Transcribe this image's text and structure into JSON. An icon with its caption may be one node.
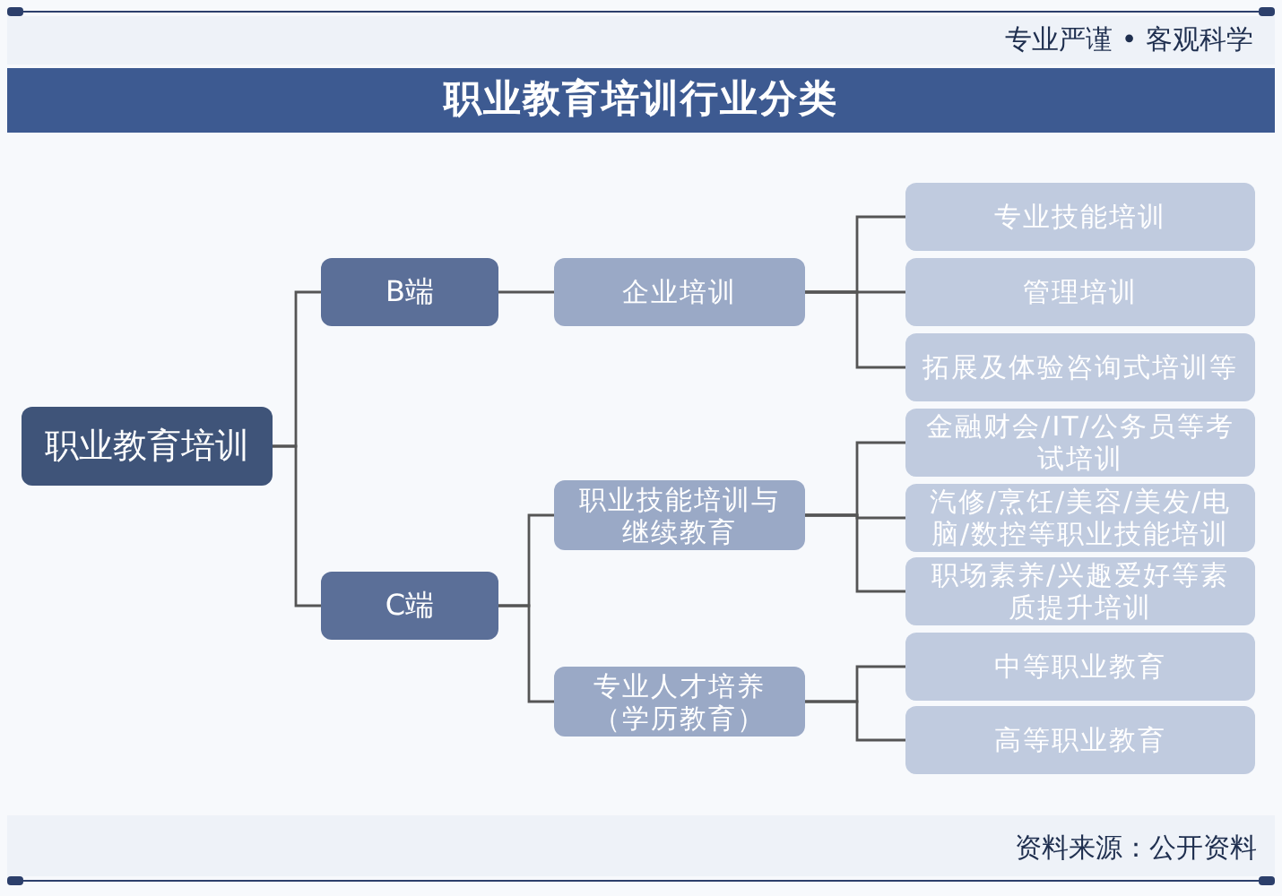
{
  "diagram": {
    "title": "职业教育培训行业分类",
    "nodes": [
      {
        "text": [
          "职业教育培训"
        ]
      },
      {
        "text": [
          "B端"
        ]
      },
      {
        "text": [
          "企业培训"
        ]
      },
      {
        "text": [
          "专业技能培训"
        ]
      },
      {
        "text": [
          "管理培训"
        ]
      },
      {
        "text": [
          "拓展及体验咨询式培训等"
        ]
      },
      {
        "text": [
          "C端"
        ]
      },
      {
        "text": [
          "职业技能培训与继续教育"
        ]
      },
      {
        "text": [
          "金融财会/IT/公务员等考试培训"
        ]
      },
      {
        "text": [
          "汽修/烹饪/美容/美发/电脑/数控等职业技能培训"
        ]
      },
      {
        "text": [
          "职场素养/兴趣爱好等素质提升培训"
        ]
      },
      {
        "text": [
          "专业人才培养（学历教育）"
        ]
      },
      {
        "text": [
          "中等职业教育"
        ]
      },
      {
        "text": [
          "高等职业教育"
        ]
      }
    ],
    "edges": [
      {
        "from": 0,
        "to": 1,
        "arrow": "none"
      },
      {
        "from": 0,
        "to": 6,
        "arrow": "none"
      },
      {
        "from": 1,
        "to": 2,
        "arrow": "none"
      },
      {
        "from": 2,
        "to": 3,
        "arrow": "none"
      },
      {
        "from": 2,
        "to": 4,
        "arrow": "none"
      },
      {
        "from": 2,
        "to": 5,
        "arrow": "none"
      },
      {
        "from": 6,
        "to": 7,
        "arrow": "none"
      },
      {
        "from": 6,
        "to": 11,
        "arrow": "none"
      },
      {
        "from": 7,
        "to": 8,
        "arrow": "none"
      },
      {
        "from": 7,
        "to": 9,
        "arrow": "none"
      },
      {
        "from": 7,
        "to": 10,
        "arrow": "none"
      },
      {
        "from": 11,
        "to": 12,
        "arrow": "none"
      },
      {
        "from": 11,
        "to": 13,
        "arrow": "none"
      }
    ],
    "labels": [
      "专业严谨 • 客观科学",
      "资料来源：公开资料"
    ]
  }
}
